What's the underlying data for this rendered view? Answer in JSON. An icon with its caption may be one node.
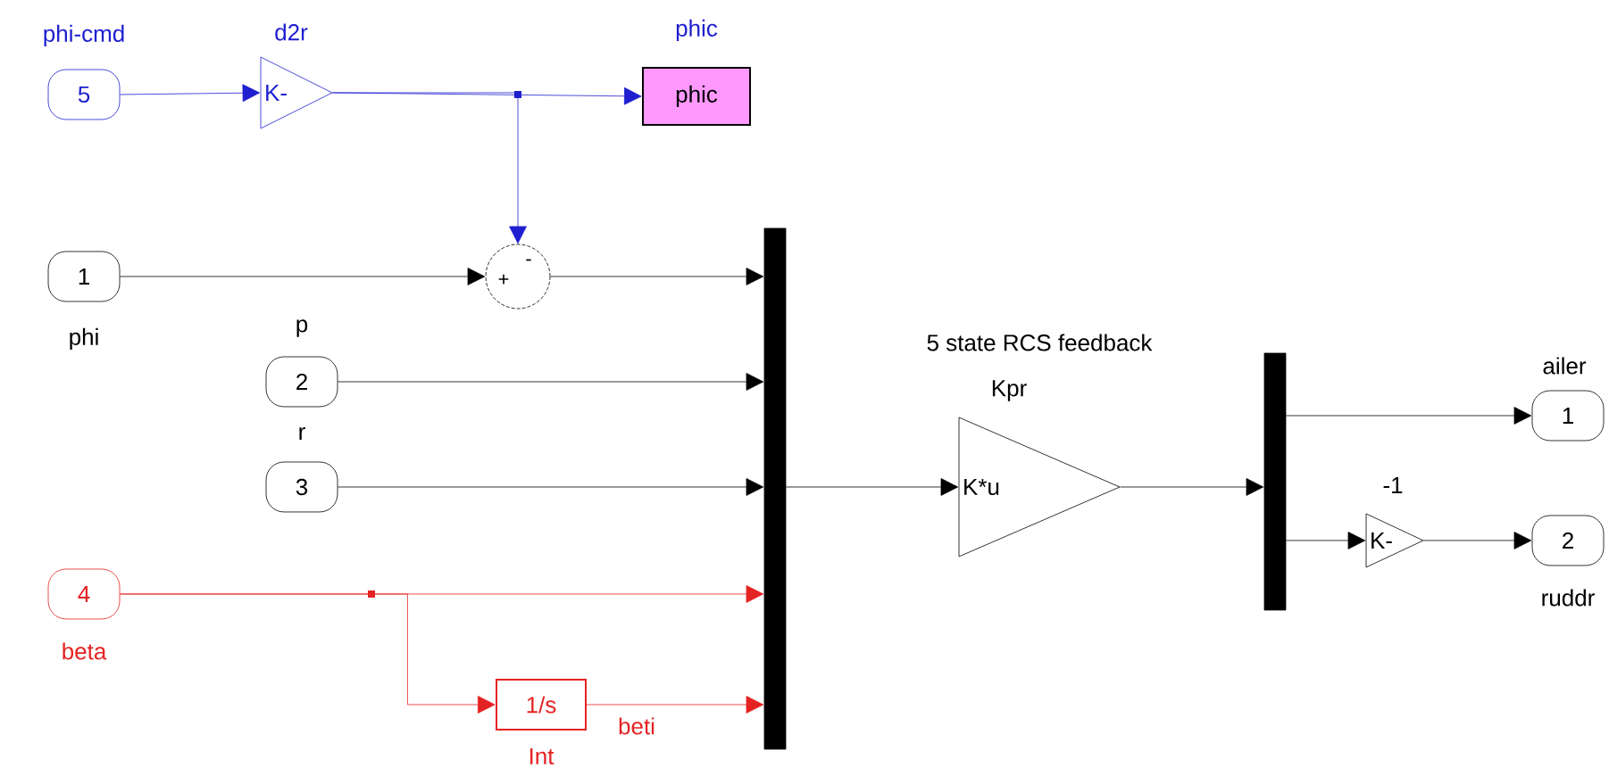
{
  "diagram": {
    "nodes": [
      {
        "text": [
          "5"
        ],
        "beside": [
          "phi-cmd"
        ]
      },
      {
        "text": [
          "K-"
        ],
        "beside": [
          "d2r"
        ]
      },
      {
        "text": [
          "phic"
        ],
        "beside": [
          "phic"
        ]
      },
      {
        "text": [
          "1"
        ],
        "beside": [
          "phi"
        ]
      },
      {
        "text": [
          "+",
          "-"
        ]
      },
      {
        "text": [
          "2"
        ],
        "beside": [
          "p"
        ]
      },
      {
        "text": [
          "3"
        ],
        "beside": [
          "r"
        ]
      },
      {
        "text": [
          "4"
        ],
        "beside": [
          "beta"
        ]
      },
      {
        "text": [
          "1/s"
        ],
        "beside": [
          "Int"
        ]
      },
      {
        "text": [],
        "shape": "bar"
      },
      {
        "text": [
          "K*u"
        ],
        "beside": [
          "5 state RCS feedback",
          "Kpr"
        ]
      },
      {
        "text": [],
        "shape": "bar"
      },
      {
        "text": [
          "K-"
        ],
        "beside": [
          "-1"
        ]
      },
      {
        "text": [
          "1"
        ],
        "beside": [
          "ailer"
        ]
      },
      {
        "text": [
          "2"
        ],
        "beside": [
          "ruddr"
        ]
      }
    ],
    "edges": [
      {
        "from": 0,
        "to": 1,
        "arrow": "to",
        "color": "#1f1fd0"
      },
      {
        "from": 1,
        "to": 2,
        "arrow": "to",
        "color": "#1f1fd0"
      },
      {
        "from": 1,
        "to": 4,
        "arrow": "to",
        "color": "#1f1fd0"
      },
      {
        "from": 3,
        "to": 4,
        "arrow": "to"
      },
      {
        "from": 4,
        "to": 9,
        "arrow": "to"
      },
      {
        "from": 5,
        "to": 9,
        "arrow": "to"
      },
      {
        "from": 6,
        "to": 9,
        "arrow": "to"
      },
      {
        "from": 7,
        "to": 9,
        "arrow": "to",
        "color": "#e52222"
      },
      {
        "from": 7,
        "to": 8,
        "arrow": "to",
        "color": "#e52222"
      },
      {
        "from": 8,
        "to": 9,
        "arrow": "to",
        "color": "#e52222",
        "label": "beti"
      },
      {
        "from": 9,
        "to": 10,
        "arrow": "to"
      },
      {
        "from": 10,
        "to": 11,
        "arrow": "to"
      },
      {
        "from": 11,
        "to": 13,
        "arrow": "to"
      },
      {
        "from": 11,
        "to": 12,
        "arrow": "to"
      },
      {
        "from": 12,
        "to": 14,
        "arrow": "to"
      }
    ]
  }
}
